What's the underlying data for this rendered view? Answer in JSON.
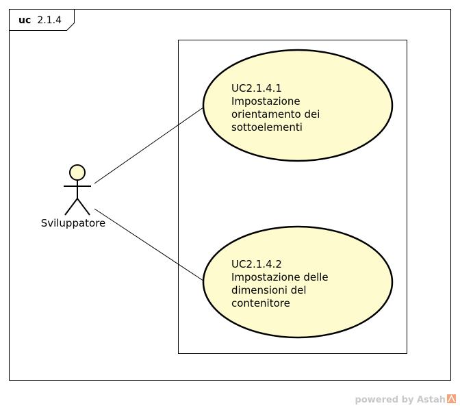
{
  "frame": {
    "keyword": "uc",
    "name": "2.1.4"
  },
  "actor": {
    "name": "Sviluppatore"
  },
  "use_cases": [
    {
      "lines": [
        "UC2.1.4.1",
        "Impostazione",
        "orientamento dei",
        "sottoelementi"
      ]
    },
    {
      "lines": [
        "UC2.1.4.2",
        "Impostazione delle",
        "dimensioni del",
        "contenitore"
      ]
    }
  ],
  "watermark": "powered by Astah",
  "colors": {
    "use_case_fill": "#fefccf",
    "actor_head_fill": "#fefccf",
    "line": "#000000",
    "watermark": "#c8c8c8",
    "astah_logo": "#f4a37a"
  }
}
